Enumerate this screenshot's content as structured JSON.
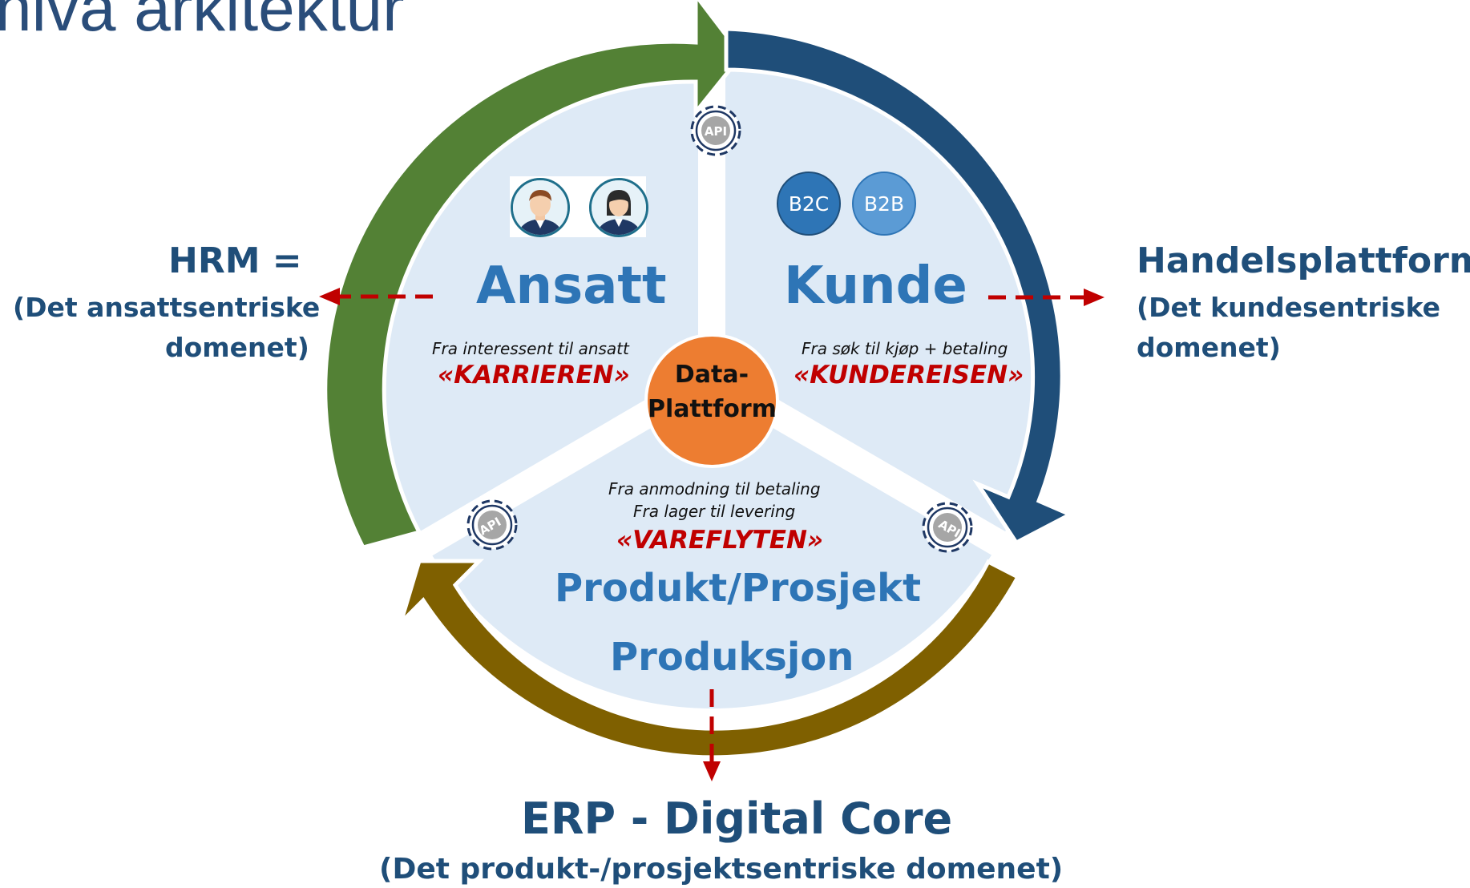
{
  "title": "nivå arkitektur",
  "center": {
    "line1": "Data-",
    "line2": "Plattform"
  },
  "api_label": "API",
  "sectors": {
    "ansatt": {
      "title": "Ansatt",
      "desc": "Fra interessent til ansatt",
      "journey": "«KARRIEREN»"
    },
    "kunde": {
      "title": "Kunde",
      "desc": "Fra søk til kjøp + betaling",
      "journey": "«KUNDEREISEN»",
      "badges": [
        "B2C",
        "B2B"
      ]
    },
    "produkt": {
      "desc1": "Fra anmodning til betaling",
      "desc2": "Fra lager til levering",
      "journey": "«VAREFLYTEN»",
      "title": "Produkt/Prosjekt",
      "subtitle": "Produksjon"
    }
  },
  "domains": {
    "hrm": {
      "line1": "HRM =",
      "line2": "(Det ansattsentriske",
      "line3": "domenet)"
    },
    "trade": {
      "line1": "Handelsplattform",
      "line2": "(Det kundesentriske",
      "line3": "domenet)"
    },
    "erp": {
      "line1": "ERP - Digital Core",
      "line2": "(Det produkt-/prosjektsentriske domenet)"
    }
  },
  "colors": {
    "green_arrow": "#538135",
    "blue_arrow": "#1f4e79",
    "olive_arrow": "#7f6000",
    "disc": "#deeaf6",
    "center": "#ed7d31",
    "dashed": "#c00000",
    "b2c": "#2e75b6",
    "b2b": "#5b9bd5"
  }
}
